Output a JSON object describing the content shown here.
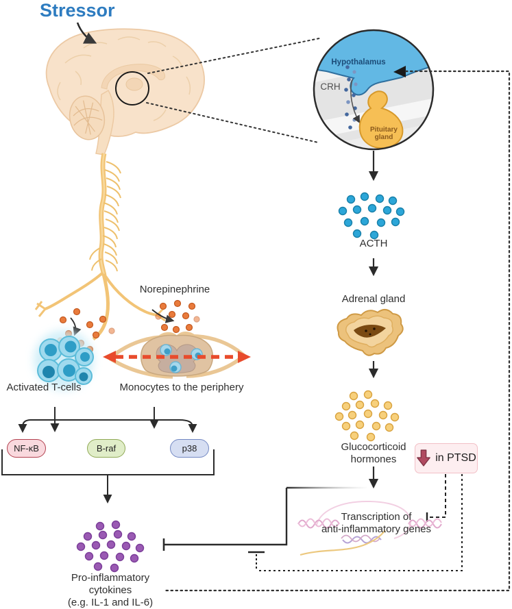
{
  "colors": {
    "stressor_text": "#2e7cc0",
    "line": "#2b2b2b",
    "hypothalamus_fill": "#62b8e4",
    "pituitary_fill": "#f6bf55",
    "acth_dot": "#2ca6d8",
    "glucocorticoid_dot": "#f7d07c",
    "cytokine_dot": "#9a5ab3",
    "norepinephrine_dot": "#e97b3c",
    "red_dashed_arrow": "#e84b2c",
    "ptsd_box_fill": "#fdeef0",
    "ptsd_box_border": "#f2bfc6",
    "ptsd_arrow": "#b04a60"
  },
  "stressor": {
    "label": "Stressor"
  },
  "inset": {
    "hypothalamus_label": "Hypothalamus",
    "crh_label": "CRH",
    "pituitary_line1": "Pituitary",
    "pituitary_line2": "gland"
  },
  "hpa": {
    "acth_label": "ACTH",
    "adrenal_label": "Adrenal gland",
    "glucocorticoid_line1": "Glucocorticoid",
    "glucocorticoid_line2": "hormones",
    "ptsd_label": "in PTSD",
    "transcription_line1": "Transcription of",
    "transcription_line2": "anti-inflammatory genes"
  },
  "sns": {
    "norepinephrine_label": "Norepinephrine",
    "tcells_label": "Activated T-cells",
    "monocytes_label": "Monocytes to the periphery",
    "pathways": [
      {
        "label": "NF-κB",
        "style": "background:#f9d9de;border-color:#b2404f"
      },
      {
        "label": "B-raf",
        "style": "background:#e0edc8;border-color:#8fa955"
      },
      {
        "label": "p38",
        "style": "background:#d6def2;border-color:#7287c2"
      }
    ],
    "cytokines_line1": "Pro-inflammatory",
    "cytokines_line2": "cytokines",
    "cytokines_line3": "(e.g. IL-1 and IL-6)"
  }
}
